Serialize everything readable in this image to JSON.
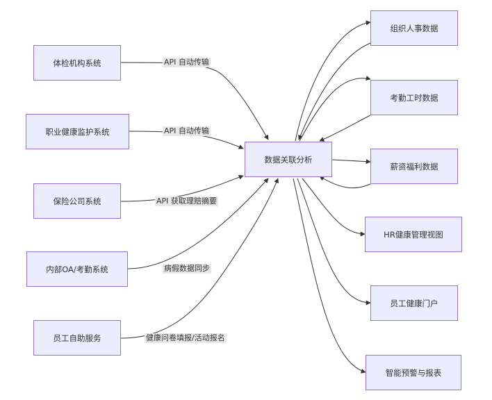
{
  "nodes": {
    "tijian": "体检机构系统",
    "zhiye": "职业健康监护系统",
    "baoxian": "保险公司系统",
    "neibu": "内部OA/考勤系统",
    "zizhu": "员工自助服务",
    "center": "数据关联分析",
    "zuzhi": "组织人事数据",
    "kaoqin": "考勤工时数据",
    "xinzi": "薪资福利数据",
    "hrview": "HR健康管理视图",
    "menhu": "员工健康门户",
    "yujing": "智能预警与报表"
  },
  "edge_labels": {
    "tijian": "API 自动传输",
    "zhiye": "API 自动传输",
    "baoxian": "API 获取理赔摘要",
    "neibu": "病假数据同步",
    "zizhu": "健康问卷填报/活动报名"
  },
  "colors": {
    "node_fill": "#ececff",
    "node_border": "#9370db",
    "edge": "#333333",
    "label_bg": "#e8e8e8"
  }
}
